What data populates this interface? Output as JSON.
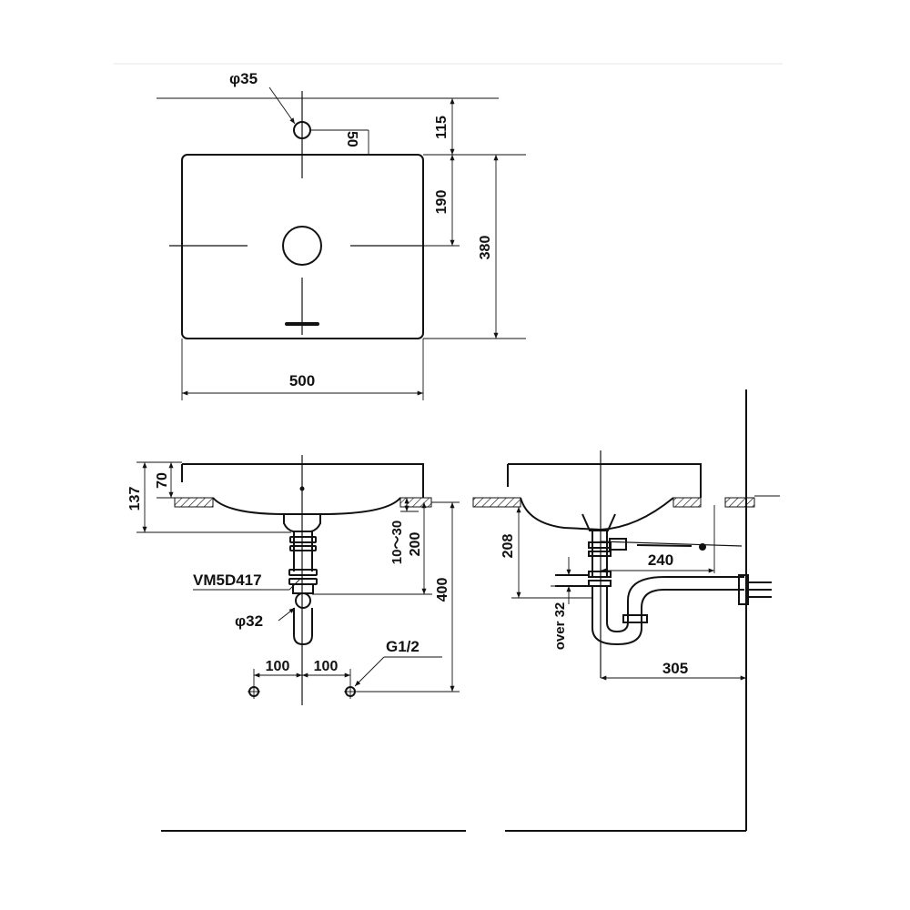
{
  "dimensions": {
    "tap_hole_diameter": "φ35",
    "tap_hole_offset": "50",
    "tap_hole_to_edge": "115",
    "basin_center_depth": "190",
    "basin_depth": "380",
    "basin_width": "500",
    "bowl_height": "70",
    "overall_height": "137",
    "drain_range": "10～30",
    "drain_height": "200",
    "supply_height": "400",
    "trap_model": "VM5D417",
    "trap_diameter": "φ32",
    "left_spacing": "100",
    "right_spacing": "100",
    "supply_thread": "G1/2",
    "side_height": "208",
    "valve_offset": "240",
    "over_dim": "over 32",
    "wall_offset": "305"
  },
  "colors": {
    "line": "#111111",
    "background": "#ffffff"
  }
}
